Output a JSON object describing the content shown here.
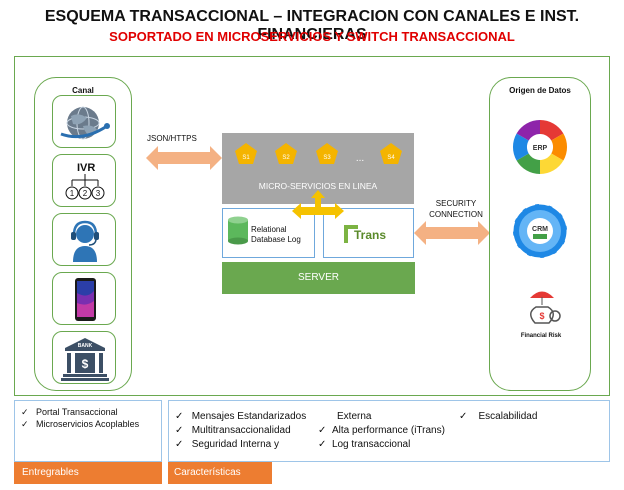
{
  "title": "ESQUEMA TRANSACCIONAL – INTEGRACION CON CANALES E INST. FINANCIERAS",
  "subtitle": "SOPORTADO EN MICROSERVICIOS Y SWITCH TRANSACCIONAL",
  "canal": {
    "heading": "Canal",
    "ivr_text": "IVR",
    "ivr_digits": [
      "1",
      "2",
      "3"
    ],
    "bank_text": "BANK",
    "items": [
      "globe-network-icon",
      "ivr-icon",
      "call-center-agent-icon",
      "smartphone-icon",
      "bank-icon"
    ]
  },
  "protocol_label": "JSON/HTTPS",
  "microservices": {
    "nodes": [
      "S1",
      "S2",
      "S3",
      "S4"
    ],
    "ellipsis": "...",
    "label": "MICRO-SERVICIOS EN LINEA",
    "node_color": "#f4b400"
  },
  "db_label": "Relational Database Log",
  "itrans_logo": "Trans",
  "server_label": "SERVER",
  "security_label": "SECURITY CONNECTION",
  "origen": {
    "heading": "Origen de Datos",
    "erp": "ERP",
    "crm": "CRM",
    "risk": "Financial Risk"
  },
  "entregables": {
    "items": [
      "Portal Transaccional",
      "Microservicios Acoplables"
    ],
    "tab": "Entregrables"
  },
  "caracteristicas": {
    "col1": [
      "Mensajes Estandarizados",
      "Multitransaccionalidad",
      "Seguridad Interna y"
    ],
    "col2_top": "Externa",
    "col2": [
      "Alta performance (iTrans)",
      "Log transaccional"
    ],
    "col3": [
      "Escalabilidad"
    ],
    "tab": "Características"
  },
  "colors": {
    "border_green": "#6aa84f",
    "arrow_orange": "#f4b183",
    "tab_orange": "#ed7d31",
    "title_red": "#e00000"
  }
}
